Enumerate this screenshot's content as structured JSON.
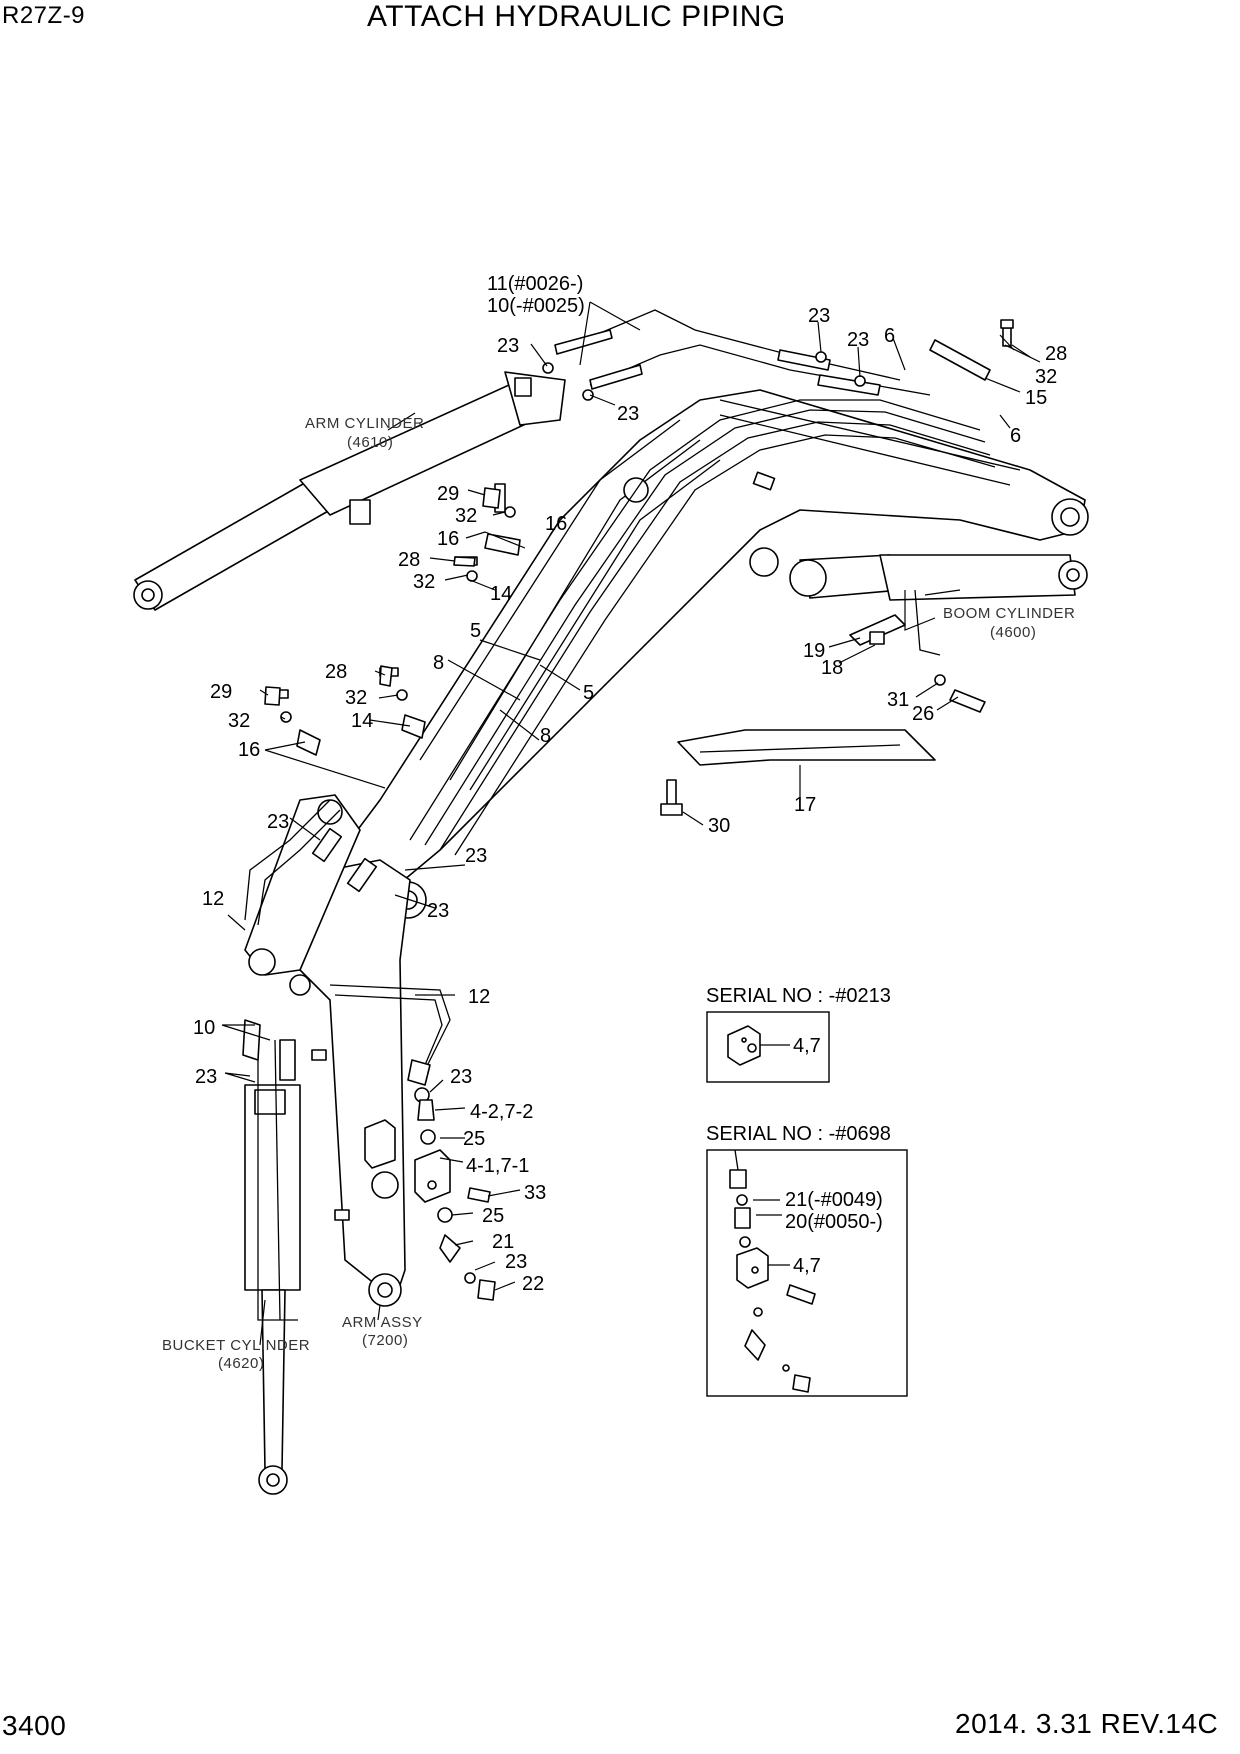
{
  "header": {
    "model": "R27Z-9",
    "title": "ATTACH HYDRAULIC PIPING"
  },
  "footer": {
    "page_number": "3400",
    "revision": "2014. 3.31  REV.14C"
  },
  "components": {
    "arm_cylinder": {
      "name": "ARM CYLINDER",
      "code": "(4610)"
    },
    "boom_cylinder": {
      "name": "BOOM CYLINDER",
      "code": "(4600)"
    },
    "bucket_cylinder": {
      "name": "BUCKET CYLINDER",
      "code": "(4620)"
    },
    "arm_assy": {
      "name": "ARM ASSY",
      "code": "(7200)"
    }
  },
  "part_labels": [
    "11(#0026-)",
    "10(-#0025)",
    "23",
    "23",
    "23",
    "23",
    "6",
    "28",
    "32",
    "15",
    "6",
    "29",
    "32",
    "16",
    "16",
    "28",
    "32",
    "14",
    "5",
    "5",
    "8",
    "8",
    "28",
    "29",
    "32",
    "32",
    "14",
    "16",
    "23",
    "23",
    "23",
    "12",
    "12",
    "10",
    "23",
    "23",
    "4-2,7-2",
    "25",
    "4-1,7-1",
    "33",
    "25",
    "21",
    "23",
    "22",
    "19",
    "18",
    "31",
    "26",
    "17",
    "30"
  ],
  "serial_boxes": [
    {
      "heading": "SERIAL NO : -#0213",
      "labels": [
        "4,7"
      ]
    },
    {
      "heading": "SERIAL NO : -#0698",
      "labels": [
        "21(-#0049)",
        "20(#0050-)",
        "4,7"
      ]
    }
  ]
}
